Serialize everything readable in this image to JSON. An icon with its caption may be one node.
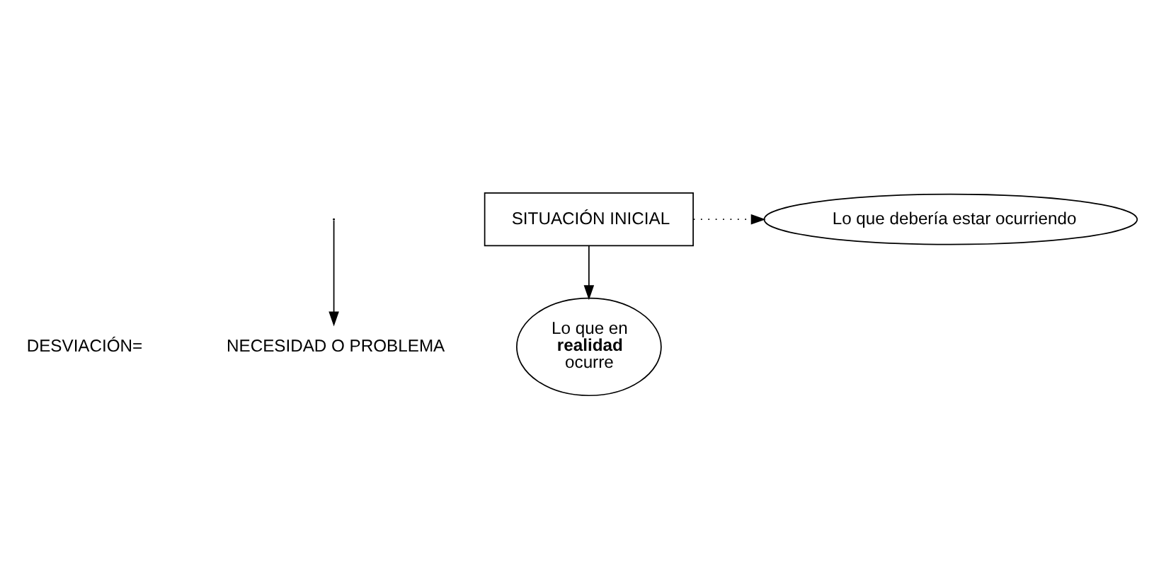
{
  "diagram": {
    "nodes": [
      {
        "text": [
          "SITUACIÓN INICIAL"
        ]
      },
      {
        "text": [
          "Lo que debería estar ocurriendo"
        ]
      },
      {
        "text": [
          "Lo que en **realidad** ocurre"
        ]
      },
      {
        "text": [
          "NECESIDAD O PROBLEMA"
        ]
      }
    ],
    "edges": [
      {
        "from": 0,
        "to": 1,
        "arrow": "to",
        "style": "dashed"
      },
      {
        "from": 0,
        "to": 2,
        "arrow": "to"
      },
      {
        "from": null,
        "to": 3,
        "arrow": "to"
      }
    ],
    "labels": [
      "DESVIACIÓN="
    ]
  }
}
